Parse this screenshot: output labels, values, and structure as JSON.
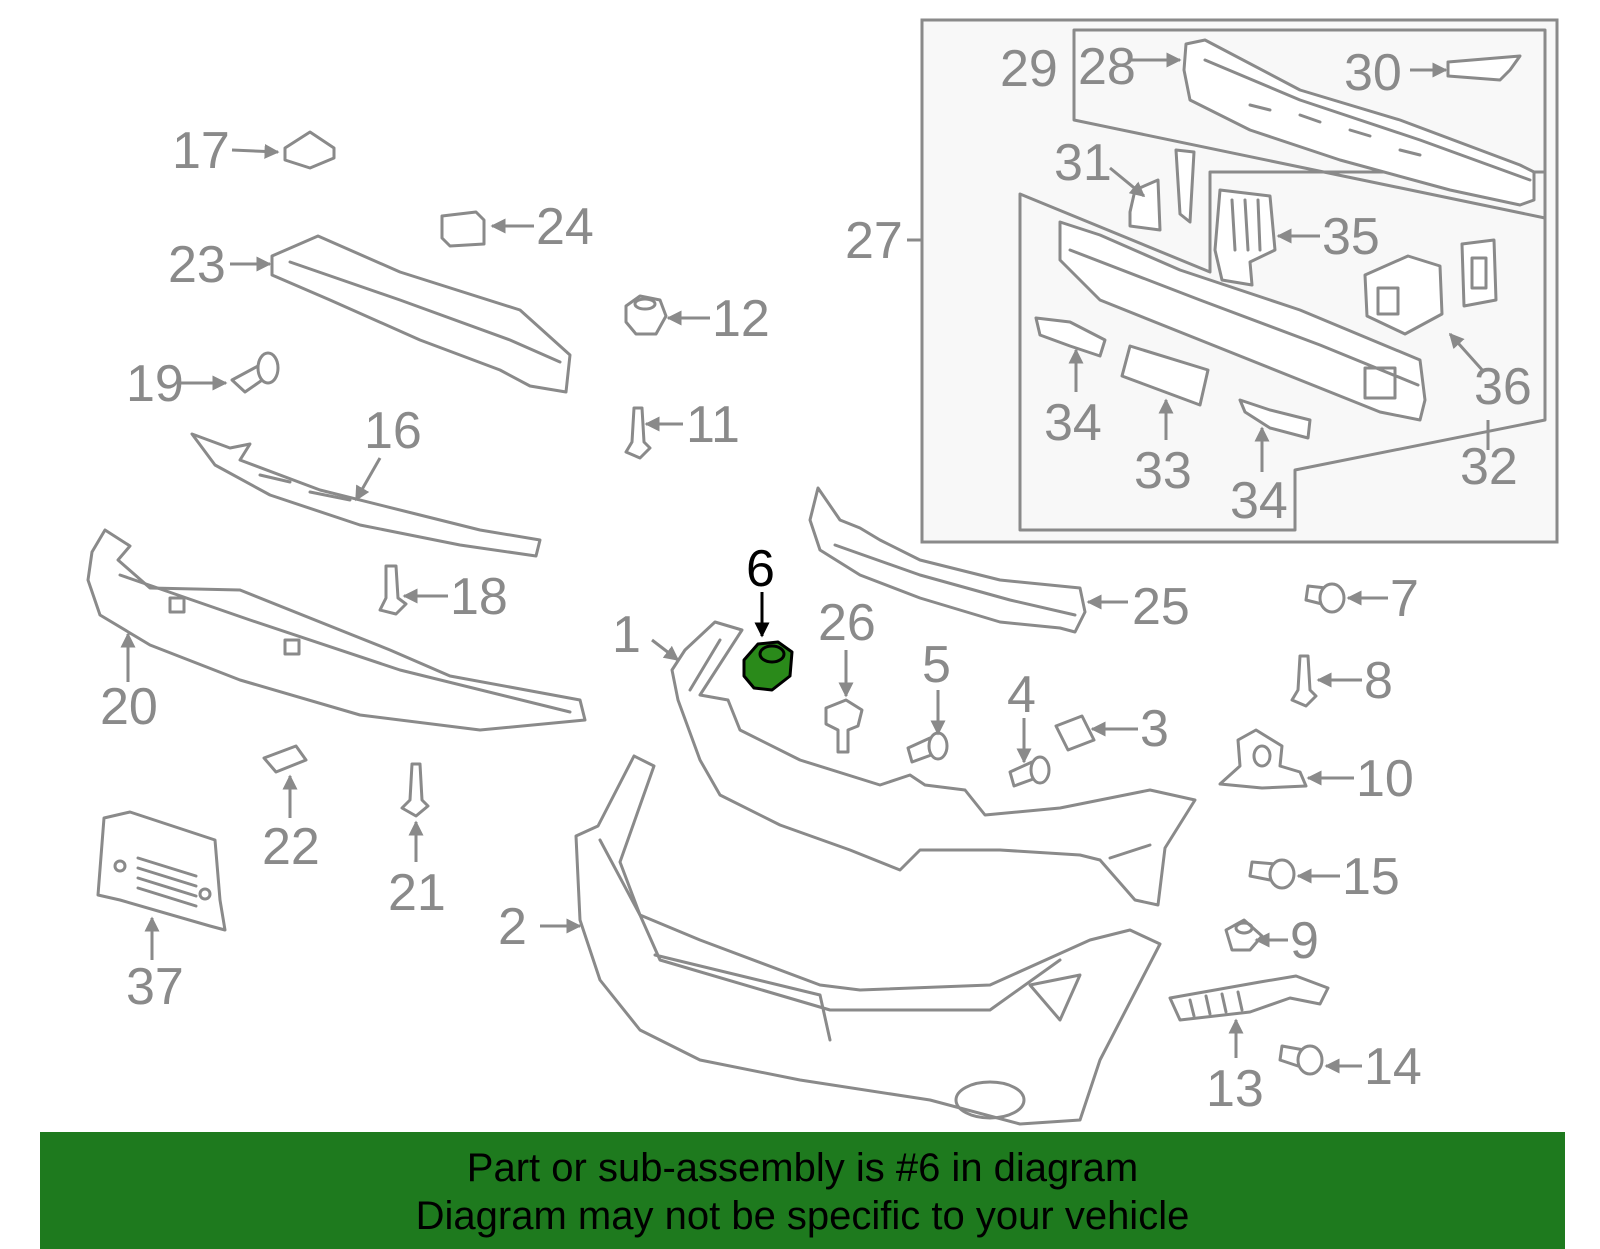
{
  "highlight_color": "#2a8a1a",
  "labels": {
    "l1": "1",
    "l2": "2",
    "l3": "3",
    "l4": "4",
    "l5": "5",
    "l6": "6",
    "l7": "7",
    "l8": "8",
    "l9": "9",
    "l10": "10",
    "l11": "11",
    "l12": "12",
    "l13": "13",
    "l14": "14",
    "l15": "15",
    "l16": "16",
    "l17": "17",
    "l18": "18",
    "l19": "19",
    "l20": "20",
    "l21": "21",
    "l22": "22",
    "l23": "23",
    "l24": "24",
    "l25": "25",
    "l26": "26",
    "l27": "27",
    "l28": "28",
    "l29": "29",
    "l30": "30",
    "l31": "31",
    "l32": "32",
    "l33": "33",
    "l34a": "34",
    "l34b": "34",
    "l35": "35",
    "l36": "36",
    "l37": "37"
  },
  "banner": {
    "line1": "Part or sub-assembly is #6 in diagram",
    "line2": "Diagram may not be specific to your vehicle"
  }
}
